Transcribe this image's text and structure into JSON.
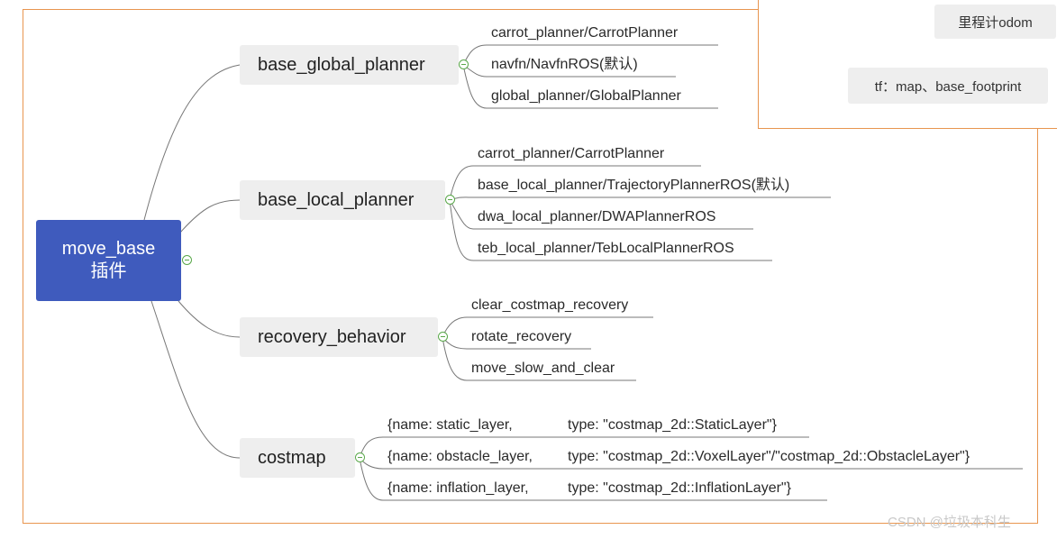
{
  "root": {
    "line1": "move_base",
    "line2": "插件"
  },
  "branches": [
    {
      "label": "base_global_planner",
      "children": [
        "carrot_planner/CarrotPlanner",
        "navfn/NavfnROS(默认)",
        "global_planner/GlobalPlanner"
      ]
    },
    {
      "label": "base_local_planner",
      "children": [
        "carrot_planner/CarrotPlanner",
        "base_local_planner/TrajectoryPlannerROS(默认)",
        "dwa_local_planner/DWAPlannerROS",
        "teb_local_planner/TebLocalPlannerROS"
      ]
    },
    {
      "label": "recovery_behavior",
      "children": [
        "clear_costmap_recovery",
        "rotate_recovery",
        "move_slow_and_clear"
      ]
    },
    {
      "label": "costmap",
      "children": [
        {
          "name": "{name: static_layer,",
          "type": "type: \"costmap_2d::StaticLayer\"}"
        },
        {
          "name": "{name: obstacle_layer,",
          "type": "type: \"costmap_2d::VoxelLayer\"/\"costmap_2d::ObstacleLayer\"}"
        },
        {
          "name": "{name: inflation_layer,",
          "type": "type: \"costmap_2d::InflationLayer\"}"
        }
      ]
    }
  ],
  "inset": {
    "odom": "里程计odom",
    "tf": "tf：map、base_footprint"
  },
  "watermark": "CSDN @垃圾本科生",
  "colors": {
    "root": "#3f5bbd",
    "branch": "#eeeeee",
    "frame": "#e8954f",
    "toggle": "#5aa84a",
    "line": "#777777"
  }
}
